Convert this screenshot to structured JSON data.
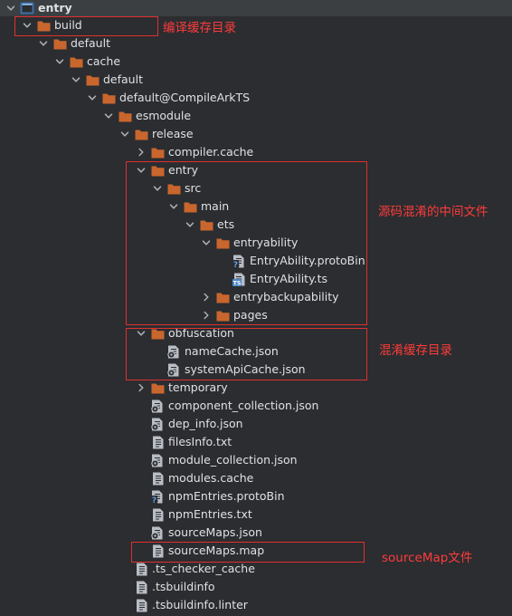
{
  "tree": [
    {
      "label": "entry",
      "depth": 0,
      "kind": "module",
      "arrow": "down",
      "root": true
    },
    {
      "label": "build",
      "depth": 1,
      "kind": "folder",
      "arrow": "down"
    },
    {
      "label": "default",
      "depth": 2,
      "kind": "folder",
      "arrow": "down"
    },
    {
      "label": "cache",
      "depth": 3,
      "kind": "folder",
      "arrow": "down"
    },
    {
      "label": "default",
      "depth": 4,
      "kind": "folder",
      "arrow": "down"
    },
    {
      "label": "default@CompileArkTS",
      "depth": 5,
      "kind": "folder",
      "arrow": "down"
    },
    {
      "label": "esmodule",
      "depth": 6,
      "kind": "folder",
      "arrow": "down"
    },
    {
      "label": "release",
      "depth": 7,
      "kind": "folder",
      "arrow": "down"
    },
    {
      "label": "compiler.cache",
      "depth": 8,
      "kind": "folder",
      "arrow": "right"
    },
    {
      "label": "entry",
      "depth": 8,
      "kind": "folder",
      "arrow": "down"
    },
    {
      "label": "src",
      "depth": 9,
      "kind": "folder",
      "arrow": "down"
    },
    {
      "label": "main",
      "depth": 10,
      "kind": "folder",
      "arrow": "down"
    },
    {
      "label": "ets",
      "depth": 11,
      "kind": "folder",
      "arrow": "down"
    },
    {
      "label": "entryability",
      "depth": 12,
      "kind": "folder",
      "arrow": "down"
    },
    {
      "label": "EntryAbility.protoBin",
      "depth": 13,
      "kind": "unknown",
      "arrow": "none"
    },
    {
      "label": "EntryAbility.ts",
      "depth": 13,
      "kind": "ts",
      "arrow": "none"
    },
    {
      "label": "entrybackupability",
      "depth": 12,
      "kind": "folder",
      "arrow": "right"
    },
    {
      "label": "pages",
      "depth": 12,
      "kind": "folder",
      "arrow": "right"
    },
    {
      "label": "obfuscation",
      "depth": 8,
      "kind": "folder",
      "arrow": "down"
    },
    {
      "label": "nameCache.json",
      "depth": 9,
      "kind": "json",
      "arrow": "none"
    },
    {
      "label": "systemApiCache.json",
      "depth": 9,
      "kind": "json",
      "arrow": "none"
    },
    {
      "label": "temporary",
      "depth": 8,
      "kind": "folder",
      "arrow": "right"
    },
    {
      "label": "component_collection.json",
      "depth": 8,
      "kind": "json",
      "arrow": "none"
    },
    {
      "label": "dep_info.json",
      "depth": 8,
      "kind": "json",
      "arrow": "none"
    },
    {
      "label": "filesInfo.txt",
      "depth": 8,
      "kind": "text",
      "arrow": "none"
    },
    {
      "label": "module_collection.json",
      "depth": 8,
      "kind": "json",
      "arrow": "none"
    },
    {
      "label": "modules.cache",
      "depth": 8,
      "kind": "text",
      "arrow": "none"
    },
    {
      "label": "npmEntries.protoBin",
      "depth": 8,
      "kind": "unknown",
      "arrow": "none"
    },
    {
      "label": "npmEntries.txt",
      "depth": 8,
      "kind": "text",
      "arrow": "none"
    },
    {
      "label": "sourceMaps.json",
      "depth": 8,
      "kind": "json",
      "arrow": "none"
    },
    {
      "label": "sourceMaps.map",
      "depth": 8,
      "kind": "text",
      "arrow": "none"
    },
    {
      "label": ".ts_checker_cache",
      "depth": 7,
      "kind": "text",
      "arrow": "none"
    },
    {
      "label": ".tsbuildinfo",
      "depth": 7,
      "kind": "text",
      "arrow": "none"
    },
    {
      "label": ".tsbuildinfo.linter",
      "depth": 7,
      "kind": "text",
      "arrow": "none"
    }
  ],
  "annotations": {
    "build_note": "编译缓存目录",
    "entry_note": "源码混淆的中间文件",
    "obfuscation_note": "混淆缓存目录",
    "sourcemap_note": "sourceMap文件"
  },
  "colors": {
    "background": "#2b2d30",
    "folder": "#c9662d",
    "annotation": "#e03030",
    "ts_badge": "#4a86c8"
  }
}
